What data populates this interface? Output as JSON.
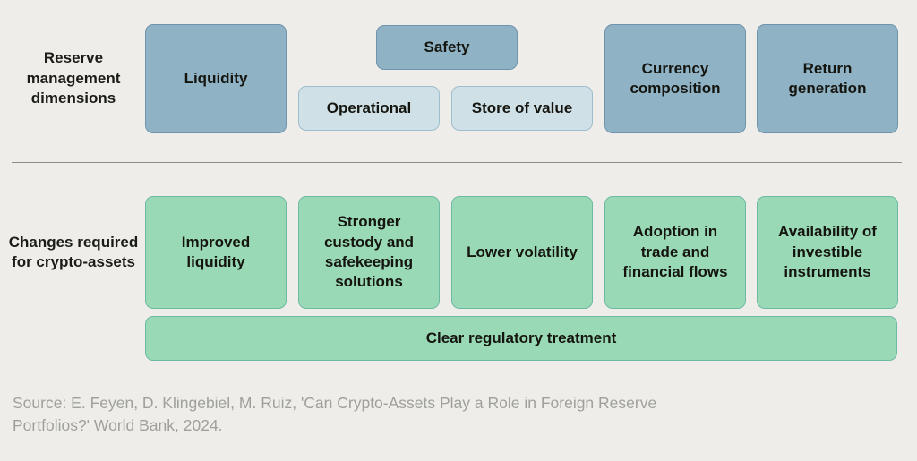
{
  "diagram": {
    "rows": {
      "top": {
        "label": "Reserve management dimensions",
        "boxes": [
          {
            "label": "Liquidity",
            "variant": "dark"
          },
          {
            "label": "Safety",
            "variant": "dark"
          },
          {
            "label": "Operational",
            "variant": "light"
          },
          {
            "label": "Store of value",
            "variant": "light"
          },
          {
            "label": "Currency composition",
            "variant": "dark"
          },
          {
            "label": "Return generation",
            "variant": "dark"
          }
        ]
      },
      "bottom": {
        "label": "Changes required for crypto-assets",
        "boxes": [
          {
            "label": "Improved liquidity"
          },
          {
            "label": "Stronger custody and safekeeping solutions"
          },
          {
            "label": "Lower volatility"
          },
          {
            "label": "Adoption in trade and financial flows"
          },
          {
            "label": "Availability of investible instruments"
          }
        ],
        "wide_box": {
          "label": "Clear regulatory treatment"
        }
      }
    },
    "source": "Source: E. Feyen, D. Klingebiel, M. Ruiz, 'Can Crypto-Assets Play a Role in Foreign Reserve Portfolios?' World Bank, 2024.",
    "colors": {
      "background": "#eeede9",
      "dimension_box_fill": "#8fb2c5",
      "dimension_box_border": "#6f94ad",
      "dimension_box_light_fill": "#cfe0e7",
      "dimension_box_light_border": "#9cbecd",
      "change_box_fill": "#99d9b6",
      "change_box_border": "#6eb9a4",
      "text": "#15150f",
      "source_text": "#9f9f9c",
      "divider": "#8d8d89"
    }
  }
}
